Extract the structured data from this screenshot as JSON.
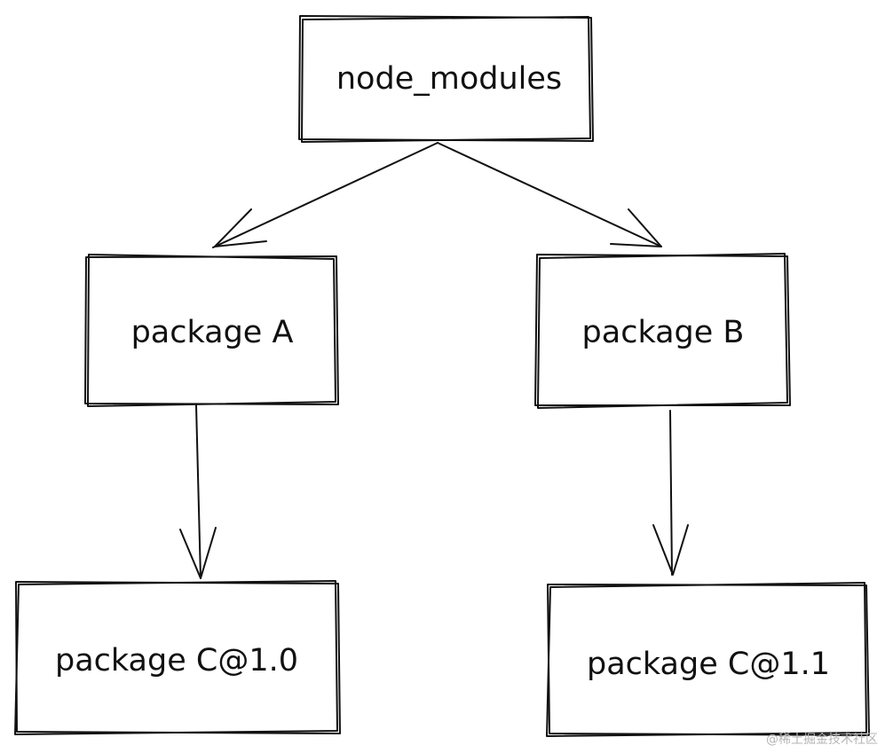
{
  "nodes": {
    "root": "node_modules",
    "package_a": "package A",
    "package_b": "package B",
    "package_c_1_0": "package C@1.0",
    "package_c_1_1": "package C@1.1"
  },
  "edges": [
    {
      "from": "node_modules",
      "to": "package A"
    },
    {
      "from": "node_modules",
      "to": "package B"
    },
    {
      "from": "package A",
      "to": "package C@1.0"
    },
    {
      "from": "package B",
      "to": "package C@1.1"
    }
  ],
  "watermark": "@稀土掘金技术社区",
  "colors": {
    "stroke": "#111111",
    "background": "#ffffff",
    "watermark": "#b5b5b5"
  }
}
